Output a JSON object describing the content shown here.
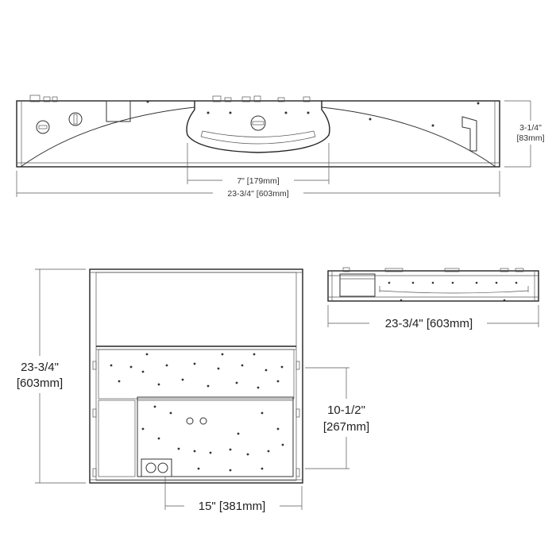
{
  "diagram": {
    "front_view": {
      "width_label": "23-3/4\" [603mm]",
      "height_label": "3-1/4\"",
      "height_label_mm": "[83mm]",
      "driver_width_label": "7\" [179mm]"
    },
    "plan_view": {
      "width_label": "23-3/4\"",
      "width_label_mm": "[603mm]",
      "driver_height_label": "10-1/2\"",
      "driver_height_label_mm": "[267mm]",
      "driver_width_label": "15\" [381mm]"
    },
    "side_view": {
      "width_label": "23-3/4\" [603mm]"
    }
  }
}
